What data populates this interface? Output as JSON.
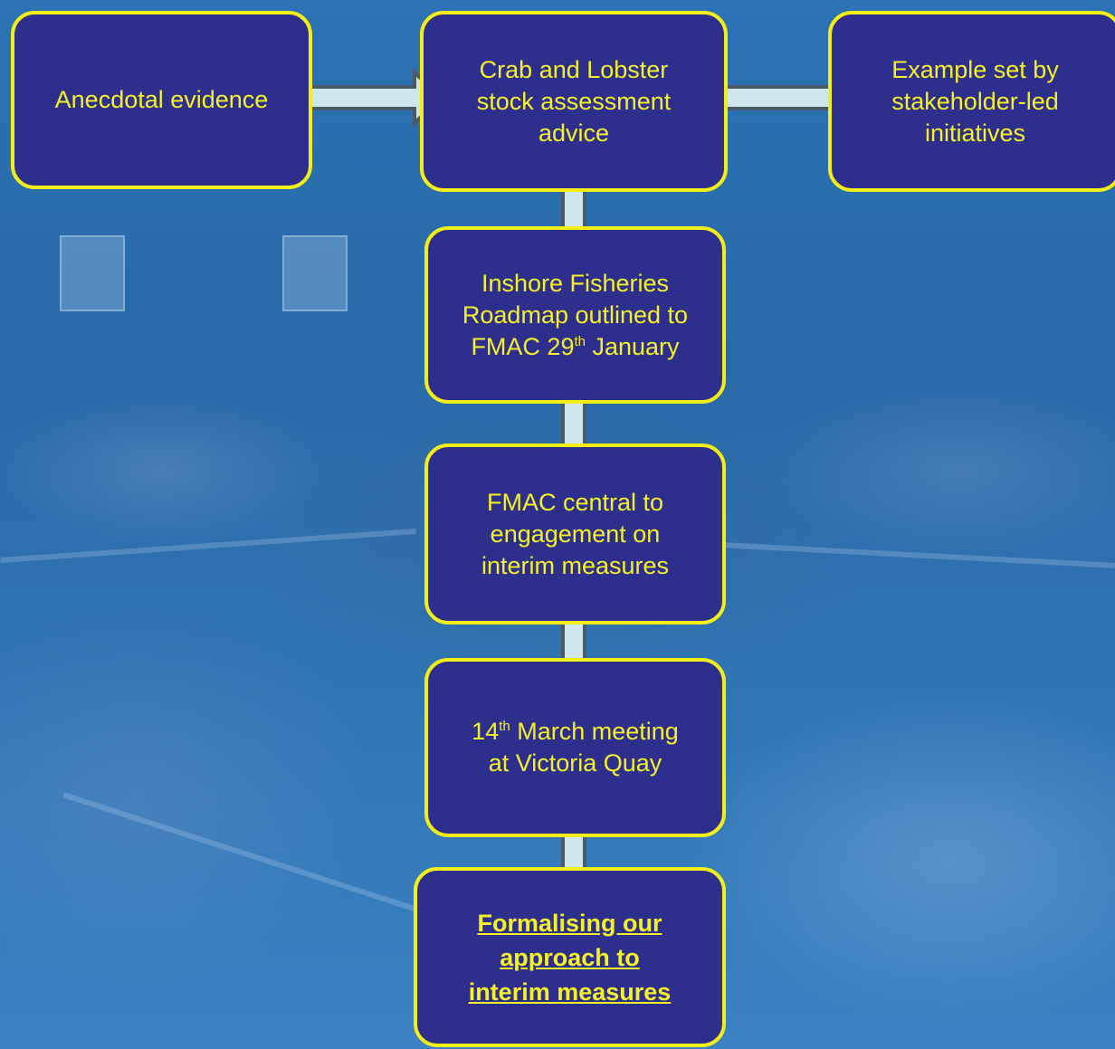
{
  "nodes": {
    "anecdotal": "Anecdotal evidence",
    "stock_advice": [
      "Crab and Lobster",
      "stock assessment",
      "advice"
    ],
    "example": [
      "Example set by",
      "stakeholder-led",
      "initiatives"
    ],
    "roadmap": {
      "line1": "Inshore Fisheries",
      "line2": "Roadmap outlined to",
      "line3_pre": "FMAC 29",
      "line3_sup": "th",
      "line3_post": " January"
    },
    "fmac_central": [
      "FMAC central to",
      "engagement on",
      "interim measures"
    ],
    "march_meeting": {
      "line1_pre": "14",
      "line1_sup": "th",
      "line1_post": " March meeting",
      "line2": "at Victoria Quay"
    },
    "formalising": [
      "Formalising our",
      "approach to",
      "interim measures"
    ]
  },
  "colors": {
    "box_fill": "#2e2f8c",
    "box_border": "#f2ee16",
    "text": "#f4f127",
    "arrow_fill": "#cfe6ec",
    "arrow_stroke": "#4a5a6a",
    "background": "#2c72b4"
  }
}
